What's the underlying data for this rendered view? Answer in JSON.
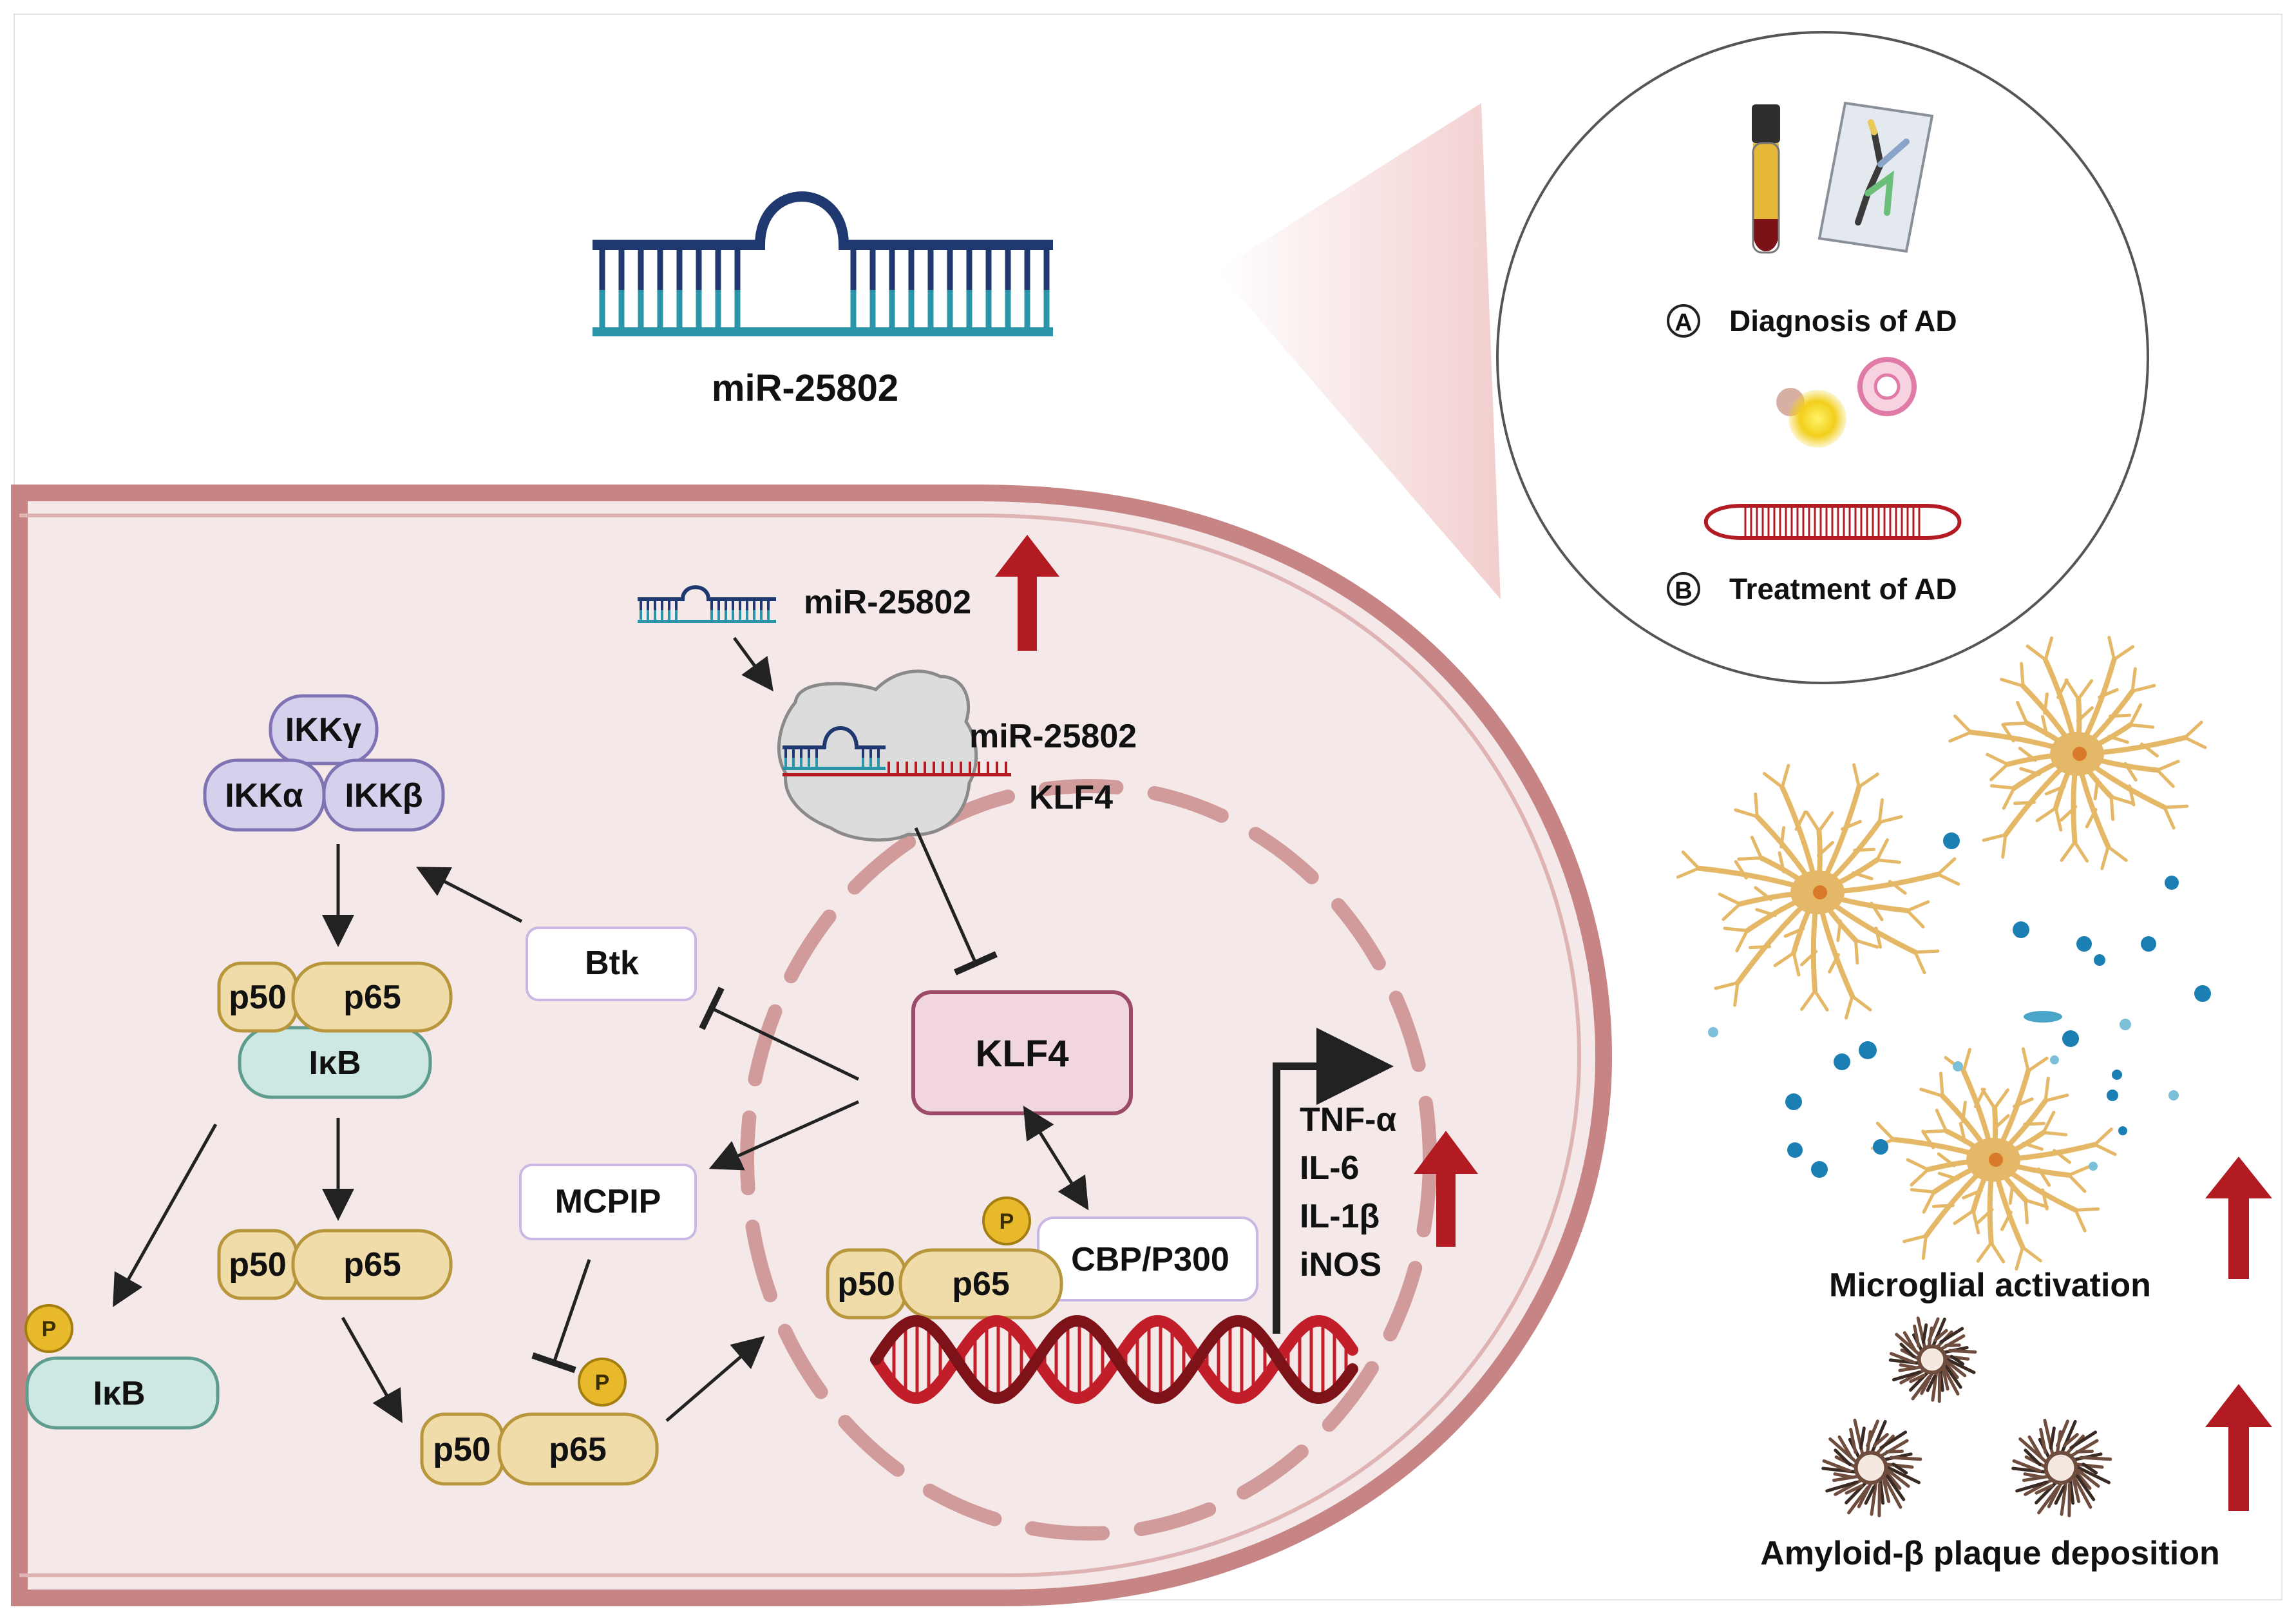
{
  "colors": {
    "cell_fill": "#f4e8e8",
    "cell_membrane": "#c78484",
    "nucleus_dash": "#d19b9b",
    "ikk_fill": "#d5d0ec",
    "ikk_stroke": "#7f73b3",
    "nfkb_fill": "#f0dca8",
    "nfkb_stroke": "#b8963c",
    "ikb_fill": "#cde8e3",
    "ikb_stroke": "#5e9c8f",
    "klf4_fill": "#f1d6e0",
    "klf4_stroke": "#9c4a68",
    "box_fill": "#ffffff",
    "box_stroke": "#c9b8e4",
    "phospho_fill": "#e8b92b",
    "up_arrow": "#b31b22",
    "rna_dark": "#203870",
    "rna_light": "#2a95a8",
    "dna_red": "#c21e2a",
    "microglia": "#e5b867",
    "plaque": "#6e4d3f"
  },
  "labels": {
    "top_mirna": "miR-25802",
    "cell_mirna": "miR-25802",
    "complex_mirna": "miR-25802",
    "complex_target": "KLF4",
    "ikk_gamma": "IKKγ",
    "ikk_alpha": "IKKα",
    "ikk_beta": "IKKβ",
    "p50": "p50",
    "p65": "p65",
    "ikb": "IκB",
    "btk": "Btk",
    "mcpip": "MCPIP",
    "klf4": "KLF4",
    "cbp": "CBP/P300",
    "phospho": "P",
    "cytokine_1": "TNF-α",
    "cytokine_2": "IL-6",
    "cytokine_3": "IL-1β",
    "cytokine_4": "iNOS"
  },
  "circle": {
    "marker_a": "A",
    "diagnosis": "Diagnosis of AD",
    "marker_b": "B",
    "treatment": "Treatment of AD"
  },
  "right_panel": {
    "microglial": "Microglial activation",
    "amyloid": "Amyloid-β plaque deposition"
  }
}
